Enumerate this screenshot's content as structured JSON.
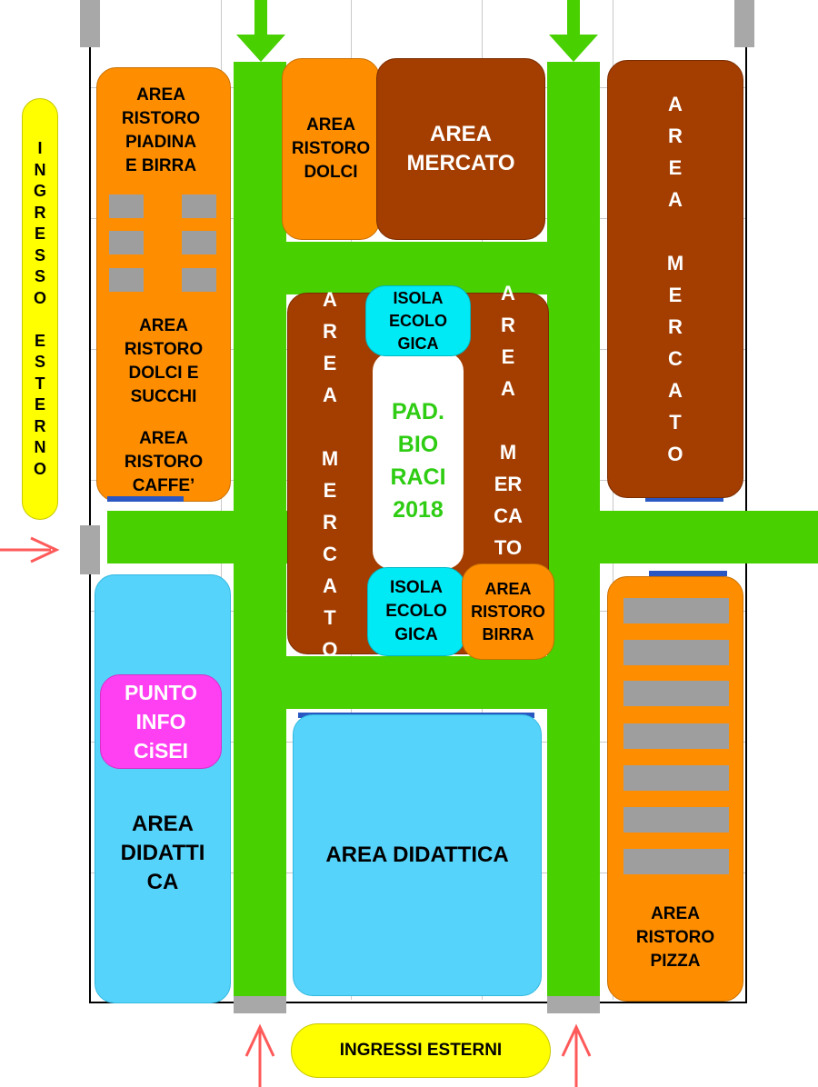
{
  "colors": {
    "path_green": "#48d000",
    "ristoro_orange": "#fe8e00",
    "mercato_brown": "#a33d00",
    "ecologica_cyan": "#00eaf6",
    "didattica_blue": "#55d3fb",
    "info_magenta": "#ff40f2",
    "entrance_yellow": "#ffff00",
    "arrow_red": "#ff5a5a",
    "arrow_green": "#48d000",
    "pad_text_green": "#2ecc12"
  },
  "left_top": {
    "piadina": "AREA\nRISTORO\nPIADINA\nE BIRRA",
    "dolci_succhi": "AREA\nRISTORO\nDOLCI E\nSUCCHI",
    "caffe": "AREA\nRISTORO\nCAFFE’"
  },
  "ristoro_dolci": "AREA\nRISTORO\nDOLCI",
  "area_mercato_top": "AREA\nMERCATO",
  "right_mercato": "A\nR\nE\nA\n\nM\nE\nR\nC\nA\nT\nO",
  "center_left_mercato": "A\nR\nE\nA\n\nM\nE\nR\nC\nA\nT\nO",
  "center_right_mercato": "A\nR\nE\nA\n\nM\nER\nCA\nTO",
  "isola_top": "ISOLA\nECOLO\nGICA",
  "isola_bottom": "ISOLA\nECOLO\nGICA",
  "pad_bio": "PAD.\nBIO\nRACI\n2018",
  "ristoro_birra": "AREA\nRISTORO\nBIRRA",
  "punto_info": "PUNTO\nINFO\nCiSEI",
  "left_didattica": "AREA\nDIDATTI\nCA",
  "center_didattica": "AREA DIDATTICA",
  "ristoro_pizza": "AREA\nRISTORO\nPIZZA",
  "ingresso_esterno": "I\nN\nG\nR\nE\nS\nS\nO\n\nE\nS\nT\nE\nR\nN\nO",
  "ingressi_esterni": "INGRESSI ESTERNI"
}
